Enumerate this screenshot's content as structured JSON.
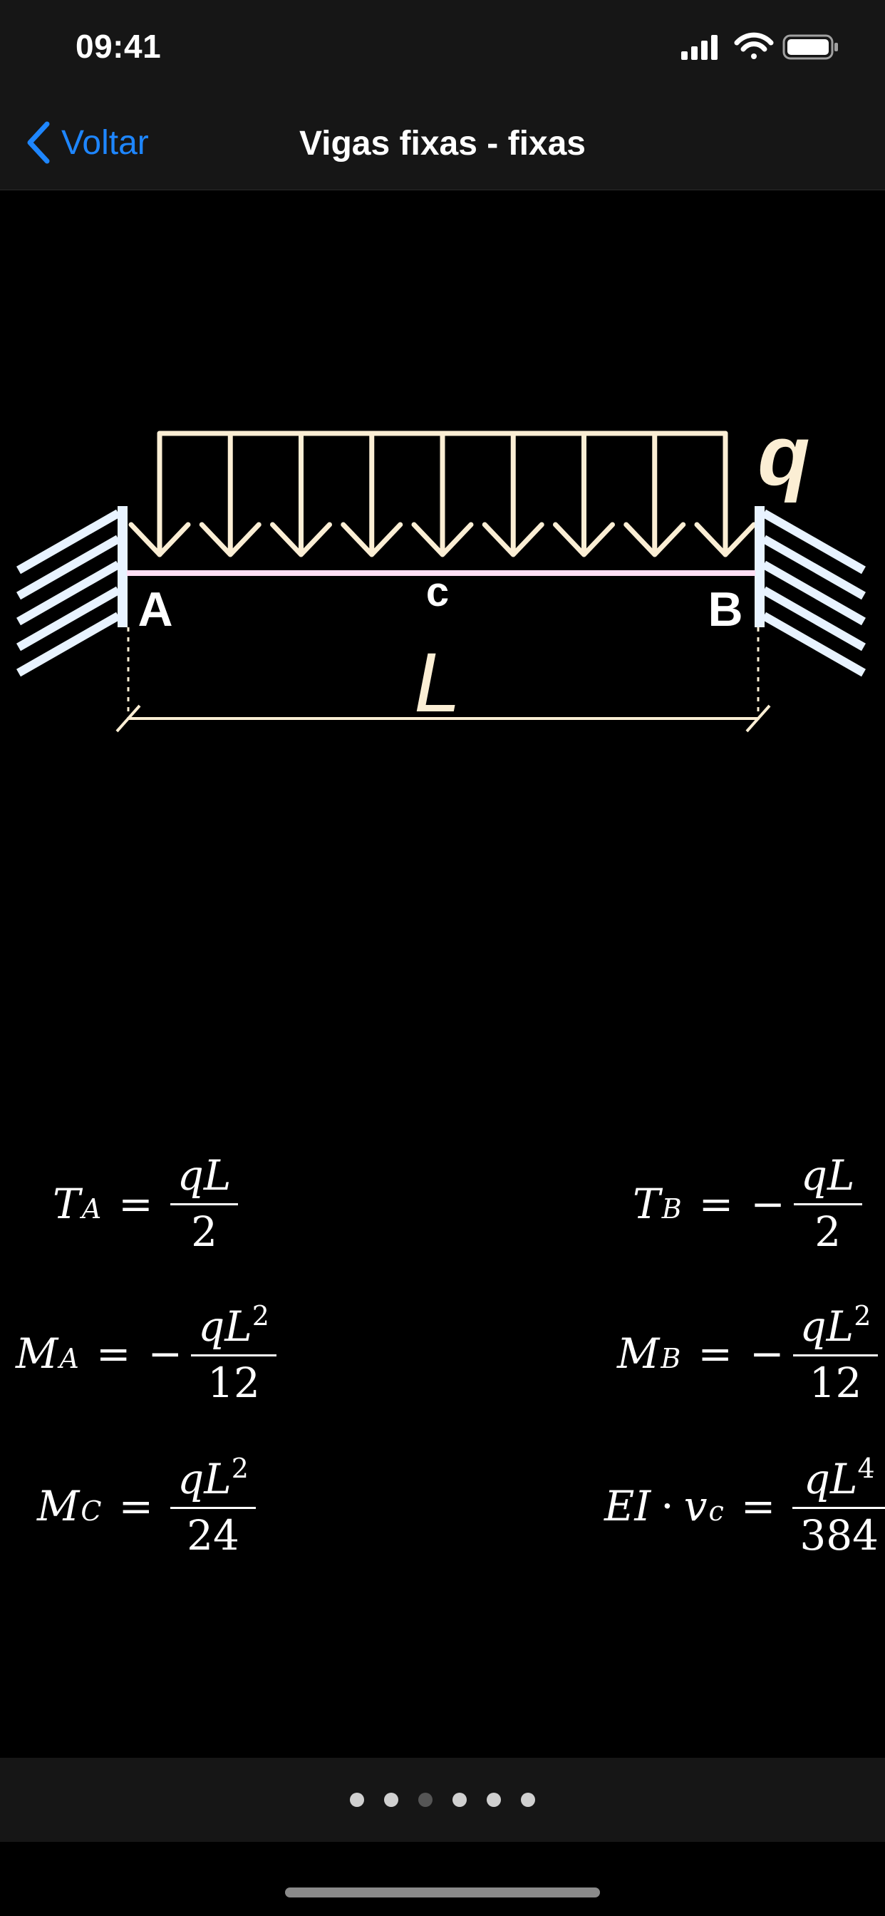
{
  "status_bar": {
    "time": "09:41",
    "icons": [
      "cellular-signal-icon",
      "wifi-icon",
      "battery-icon"
    ]
  },
  "nav": {
    "back_label": "Voltar",
    "title": "Vigas fixas - fixas",
    "accent_color": "#1e86ff"
  },
  "diagram": {
    "load_label": "q",
    "support_left_label": "A",
    "midpoint_label": "c",
    "support_right_label": "B",
    "span_label": "L",
    "load_color": "#fbeed4",
    "support_color": "#e8f3ff",
    "beam_color": "#ffdff5"
  },
  "formulas": [
    {
      "id": "shear-a",
      "lhs": "T",
      "sub": "A",
      "sign": "",
      "num": "qL",
      "num_sup": "",
      "den": "2"
    },
    {
      "id": "shear-b",
      "lhs": "T",
      "sub": "B",
      "sign": "−",
      "num": "qL",
      "num_sup": "",
      "den": "2"
    },
    {
      "id": "moment-a",
      "lhs": "M",
      "sub": "A",
      "sign": "−",
      "num": "qL",
      "num_sup": "2",
      "den": "12"
    },
    {
      "id": "moment-b",
      "lhs": "M",
      "sub": "B",
      "sign": "−",
      "num": "qL",
      "num_sup": "2",
      "den": "12"
    },
    {
      "id": "moment-c",
      "lhs": "M",
      "sub": "C",
      "sign": "",
      "num": "qL",
      "num_sup": "2",
      "den": "24"
    },
    {
      "id": "deflection-c",
      "lhs": "EI",
      "dot": "·",
      "lhs2": "v",
      "sub": "c",
      "sign": "",
      "num": "qL",
      "num_sup": "4",
      "den": "384"
    }
  ],
  "page_control": {
    "total": 6,
    "current": 3
  }
}
